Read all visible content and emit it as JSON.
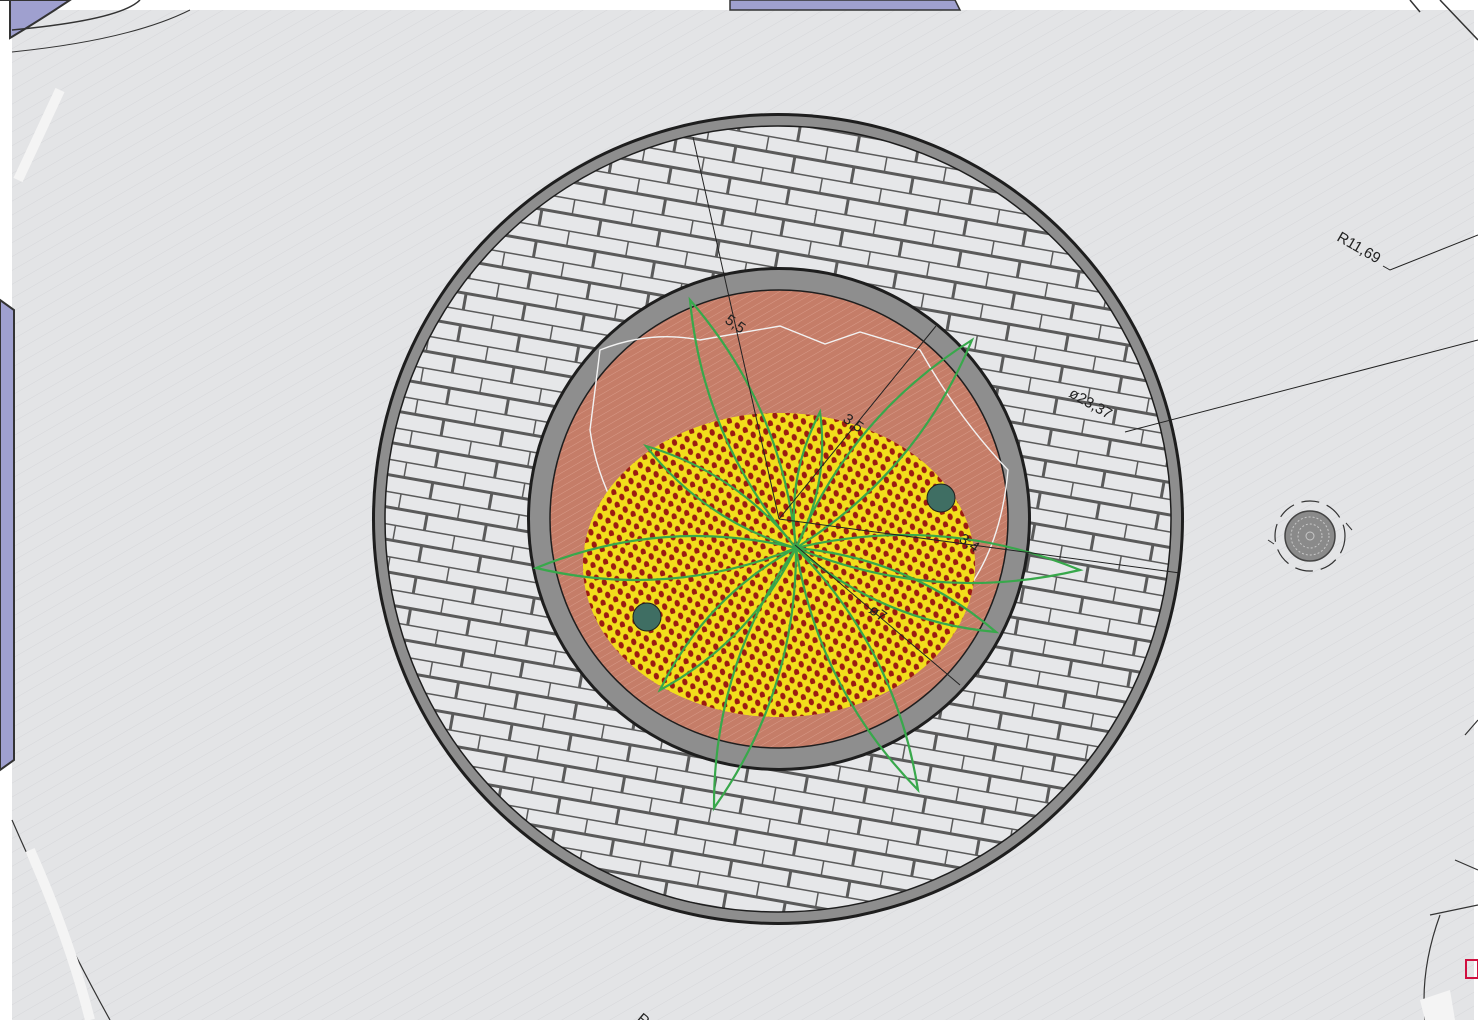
{
  "dimensions": {
    "r_outer_label": "R11,69",
    "dia_outer_label": "ø23,37",
    "inner_5_5": "5,5",
    "inner_3_5": "3,5",
    "inner_3_4": "3,4",
    "inner_dia_7": "ø7",
    "bottom_label": "R"
  },
  "colors": {
    "background": "#e3e4e6",
    "paving": "#e7e8ea",
    "ring_steel": "#8e8e8e",
    "soil": "#c57d68",
    "flower_bed": "#f2de1c",
    "flower_dots": "#9b1b12",
    "leaf_stroke": "#38a84b",
    "stones": "#3f6e63",
    "accent_purple": "#9fa0cf"
  },
  "icons": {
    "drain": "drain-icon"
  }
}
